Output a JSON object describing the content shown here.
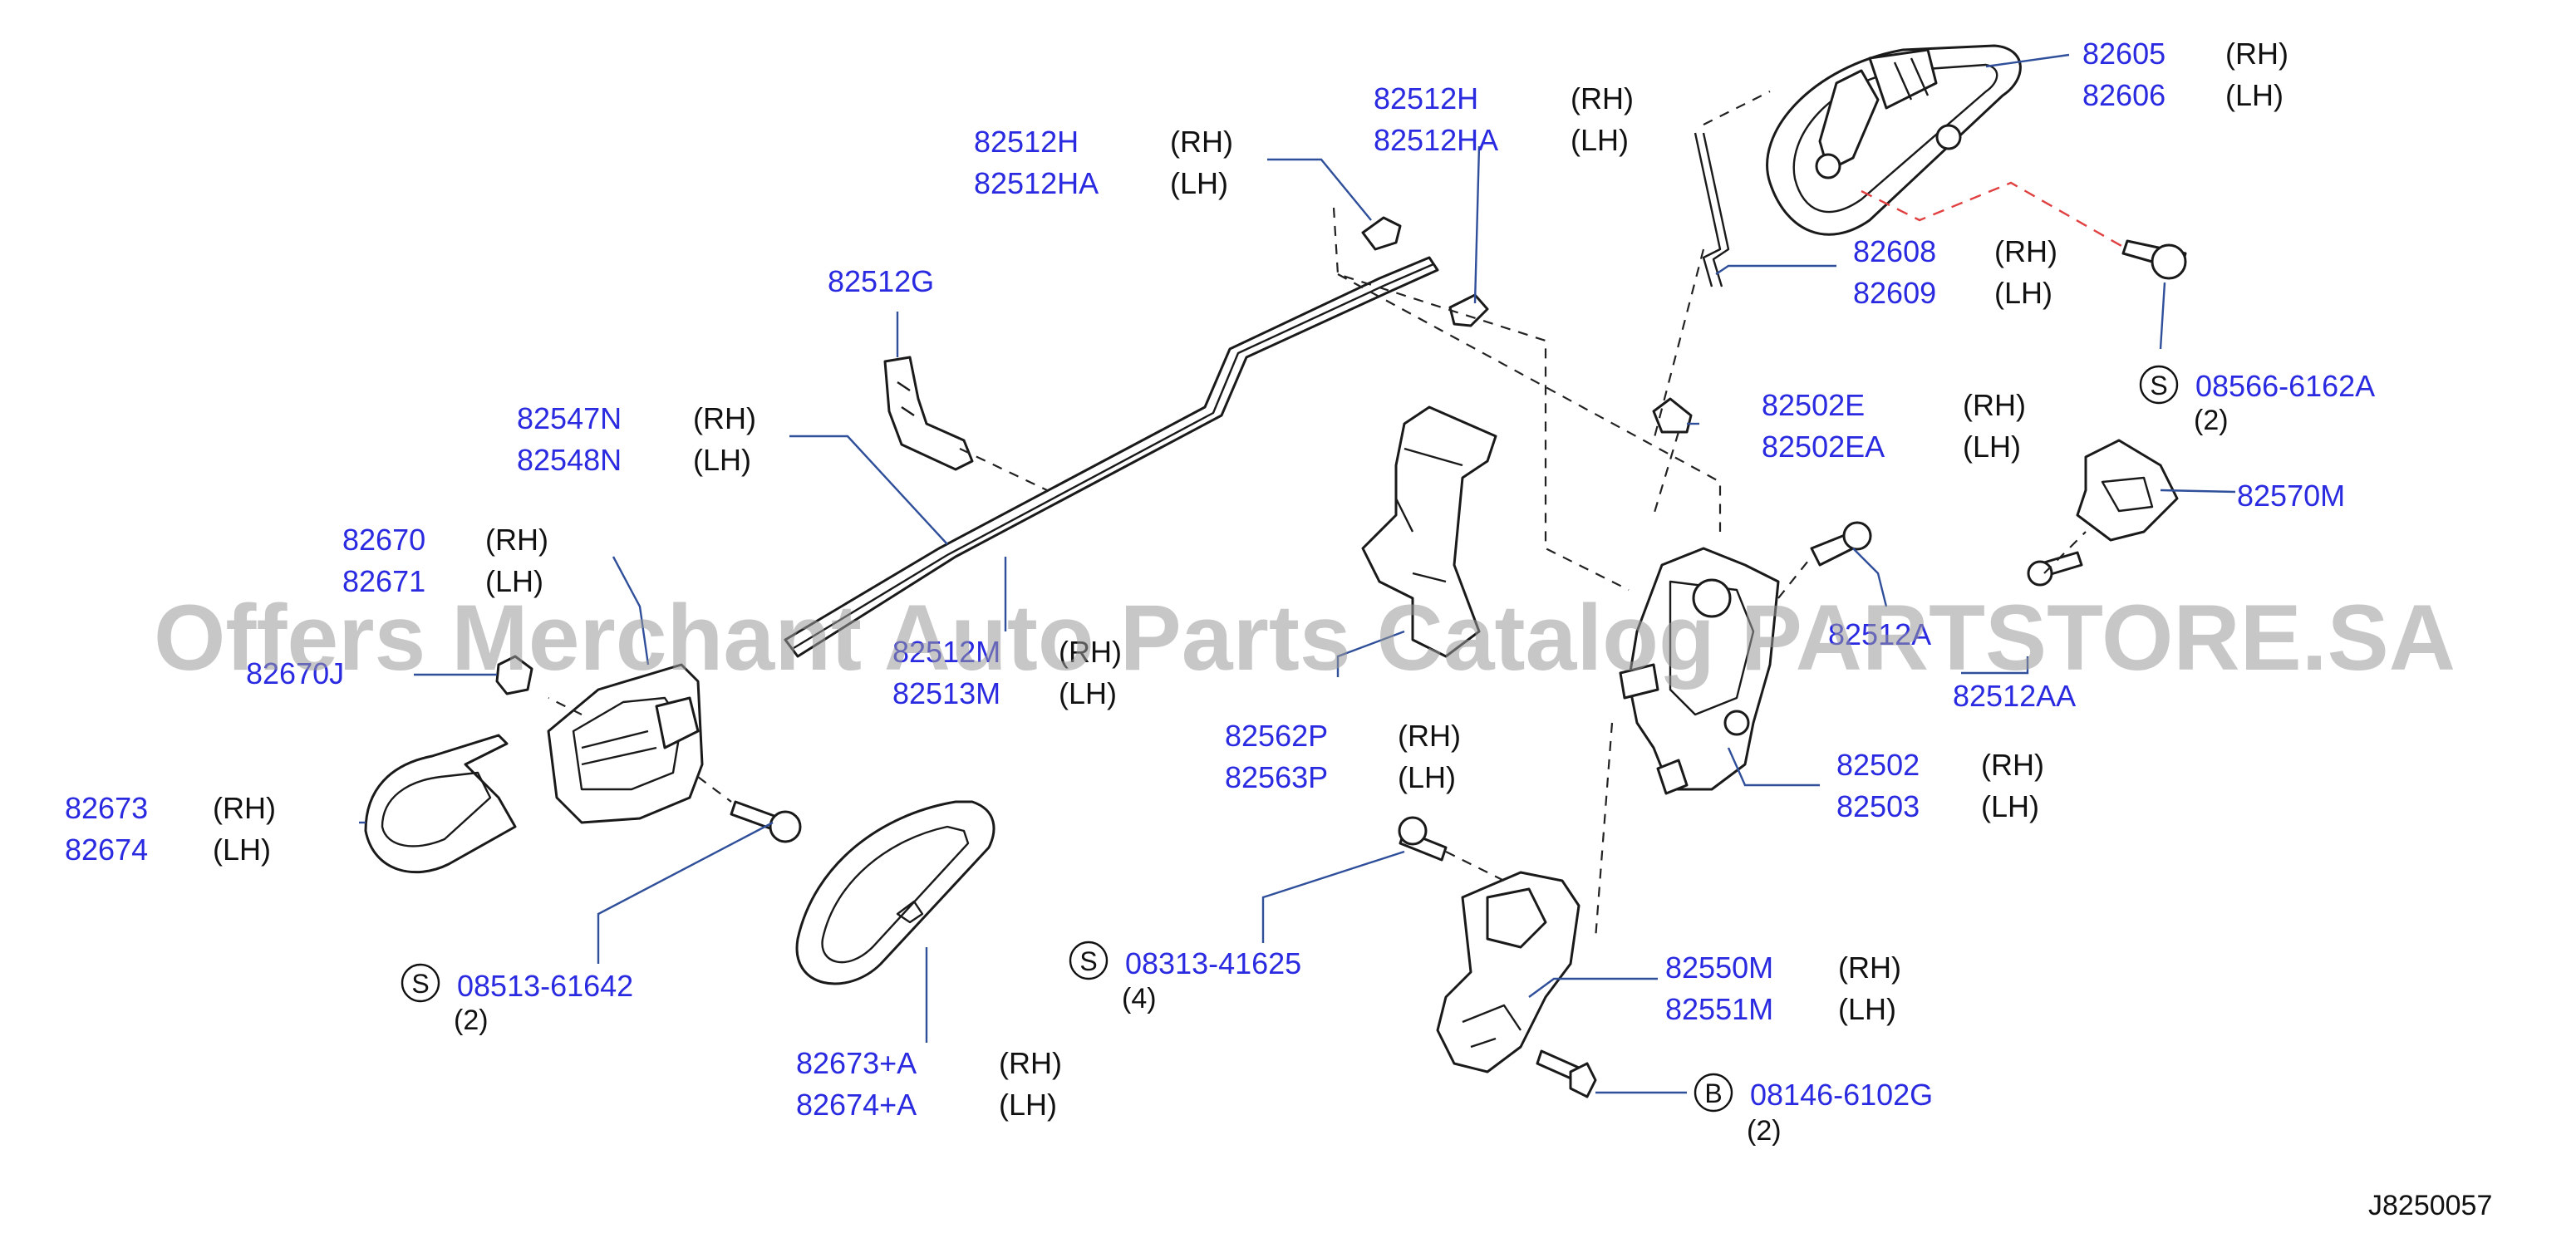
{
  "diagram": {
    "code": "J8250057",
    "watermark": "Offers Merchant Auto Parts Catalog PARTSTORE.SA"
  },
  "parts": [
    {
      "id": "82605-82606",
      "rh": "82605",
      "lh": "82606",
      "rh_side": "(RH)",
      "lh_side": "(LH)"
    },
    {
      "id": "82512H-upper",
      "rh": "82512H",
      "lh": "82512HA",
      "rh_side": "(RH)",
      "lh_side": "(LH)"
    },
    {
      "id": "82512H-left",
      "rh": "82512H",
      "lh": "82512HA",
      "rh_side": "(RH)",
      "lh_side": "(LH)"
    },
    {
      "id": "82608-82609",
      "rh": "82608",
      "lh": "82609",
      "rh_side": "(RH)",
      "lh_side": "(LH)"
    },
    {
      "id": "82502E",
      "rh": "82502E",
      "lh": "82502EA",
      "rh_side": "(RH)",
      "lh_side": "(LH)"
    },
    {
      "id": "82547N",
      "rh": "82547N",
      "lh": "82548N",
      "rh_side": "(RH)",
      "lh_side": "(LH)"
    },
    {
      "id": "82670",
      "rh": "82670",
      "lh": "82671",
      "rh_side": "(RH)",
      "lh_side": "(LH)"
    },
    {
      "id": "82512M",
      "rh": "82512M",
      "lh": "82513M",
      "rh_side": "(RH)",
      "lh_side": "(LH)"
    },
    {
      "id": "82562P",
      "rh": "82562P",
      "lh": "82563P",
      "rh_side": "(RH)",
      "lh_side": "(LH)"
    },
    {
      "id": "82502",
      "rh": "82502",
      "lh": "82503",
      "rh_side": "(RH)",
      "lh_side": "(LH)"
    },
    {
      "id": "82673",
      "rh": "82673",
      "lh": "82674",
      "rh_side": "(RH)",
      "lh_side": "(LH)"
    },
    {
      "id": "82550M",
      "rh": "82550M",
      "lh": "82551M",
      "rh_side": "(RH)",
      "lh_side": "(LH)"
    },
    {
      "id": "82673A",
      "rh": "82673+A",
      "lh": "82674+A",
      "rh_side": "(RH)",
      "lh_side": "(LH)"
    }
  ],
  "singles": {
    "p82512G": "82512G",
    "p82670J": "82670J",
    "p82570M": "82570M",
    "p82512A": "82512A",
    "p82512AA": "82512AA"
  },
  "fasteners": [
    {
      "id": "08566",
      "badge": "S",
      "number": "08566-6162A",
      "qty": "(2)"
    },
    {
      "id": "08513",
      "badge": "S",
      "number": "08513-61642",
      "qty": "(2)"
    },
    {
      "id": "08313",
      "badge": "S",
      "number": "08313-41625",
      "qty": "(4)"
    },
    {
      "id": "08146",
      "badge": "B",
      "number": "08146-6102G",
      "qty": "(2)"
    }
  ],
  "colors": {
    "part_number": "#2a2ae0",
    "leader": "#2f4f9a",
    "line": "#1a1a1a",
    "red_dash": "#e04040",
    "watermark": "#9a9a9a"
  }
}
